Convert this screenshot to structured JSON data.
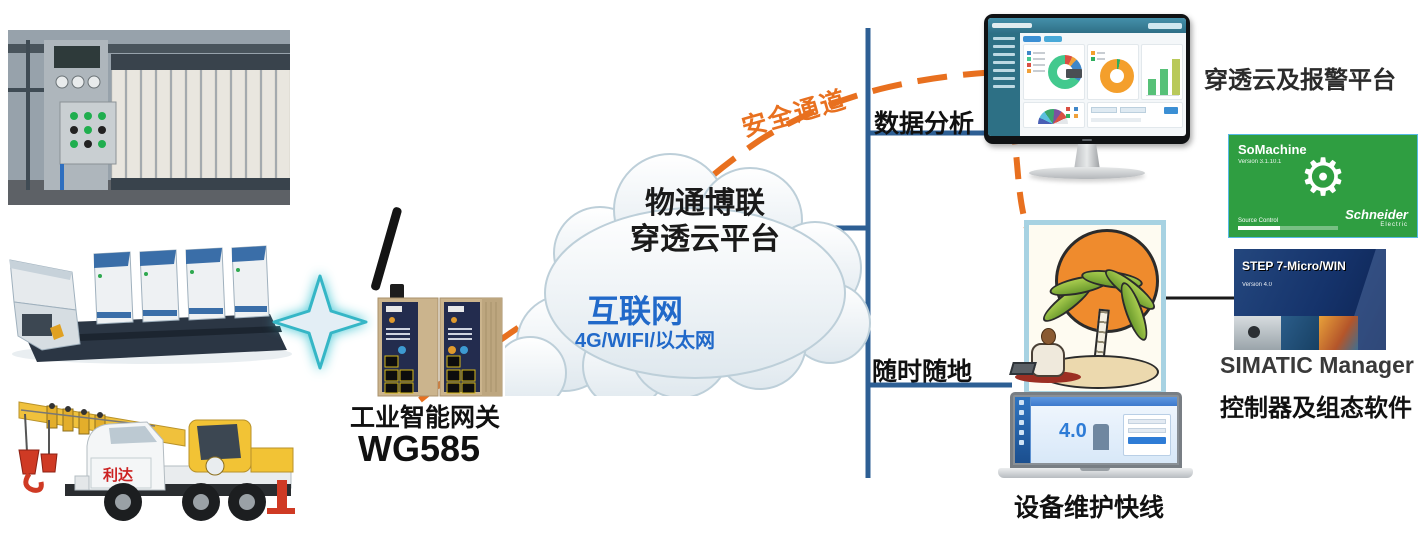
{
  "gateway": {
    "label": "工业智能网关",
    "model": "WG585"
  },
  "cloud": {
    "platform_line1": "物通博联",
    "platform_line2": "穿透云平台",
    "internet": "互联网",
    "internet_detail": "4G/WIFI/以太网"
  },
  "flow": {
    "secure_channel": "安全通道",
    "data_analysis": "数据分析",
    "anytime_anywhere": "随时随地"
  },
  "platforms": {
    "cloud_alarm_label": "穿透云及报警平台",
    "maintenance_label": "设备维护快线",
    "simatic_label": "SIMATIC Manager",
    "controller_label": "控制器及组态软件"
  },
  "somachine": {
    "title": "SoMachine",
    "version": "Version 3.1.10.1",
    "source_label": "Source Control",
    "brand": "Schneider",
    "brand_sub": "Electric",
    "gear_glyph": "⚙"
  },
  "step7": {
    "title": "STEP 7-Micro/WIN",
    "version": "Version 4.0"
  },
  "laptop": {
    "login_version": "4.0"
  },
  "equipment": {
    "crane_brand": "利达"
  },
  "colors": {
    "dash_orange": "#e8701f",
    "connector_blue": "#2d5f94",
    "internet_blue": "#2169c9",
    "schneider_green": "#2f9e41",
    "step7_navy": "#15336b"
  }
}
